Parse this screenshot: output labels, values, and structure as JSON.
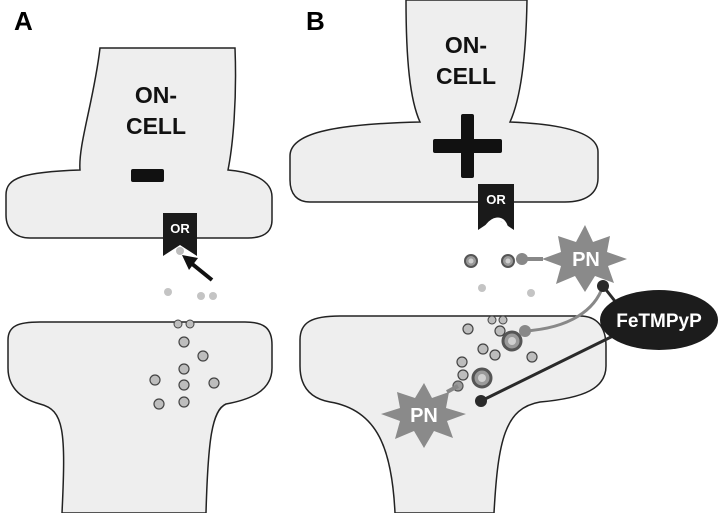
{
  "panels": [
    {
      "label": "A",
      "cell_line1": "ON-",
      "cell_line2": "CELL",
      "sign": "minus",
      "receptor": "OR"
    },
    {
      "label": "B",
      "cell_line1": "ON-",
      "cell_line2": "CELL",
      "sign": "plus",
      "receptor": "OR",
      "peroxynitrite_1": "PN",
      "peroxynitrite_2": "PN",
      "scavenger": "FeTMPyP"
    }
  ],
  "colors": {
    "cell_fill": "#eeeeee",
    "outline": "#222222",
    "receptor_fill": "#1a1a1a",
    "vesicle_fill": "#bdbdbd",
    "pn_fill": "#8a8a8a",
    "scavenger_fill": "#1c1c1c",
    "link_gray": "#888888",
    "link_dark": "#2a2a2a"
  },
  "icons": [
    "minus-sign-icon",
    "plus-sign-icon",
    "arrow-icon",
    "star-burst-icon"
  ]
}
